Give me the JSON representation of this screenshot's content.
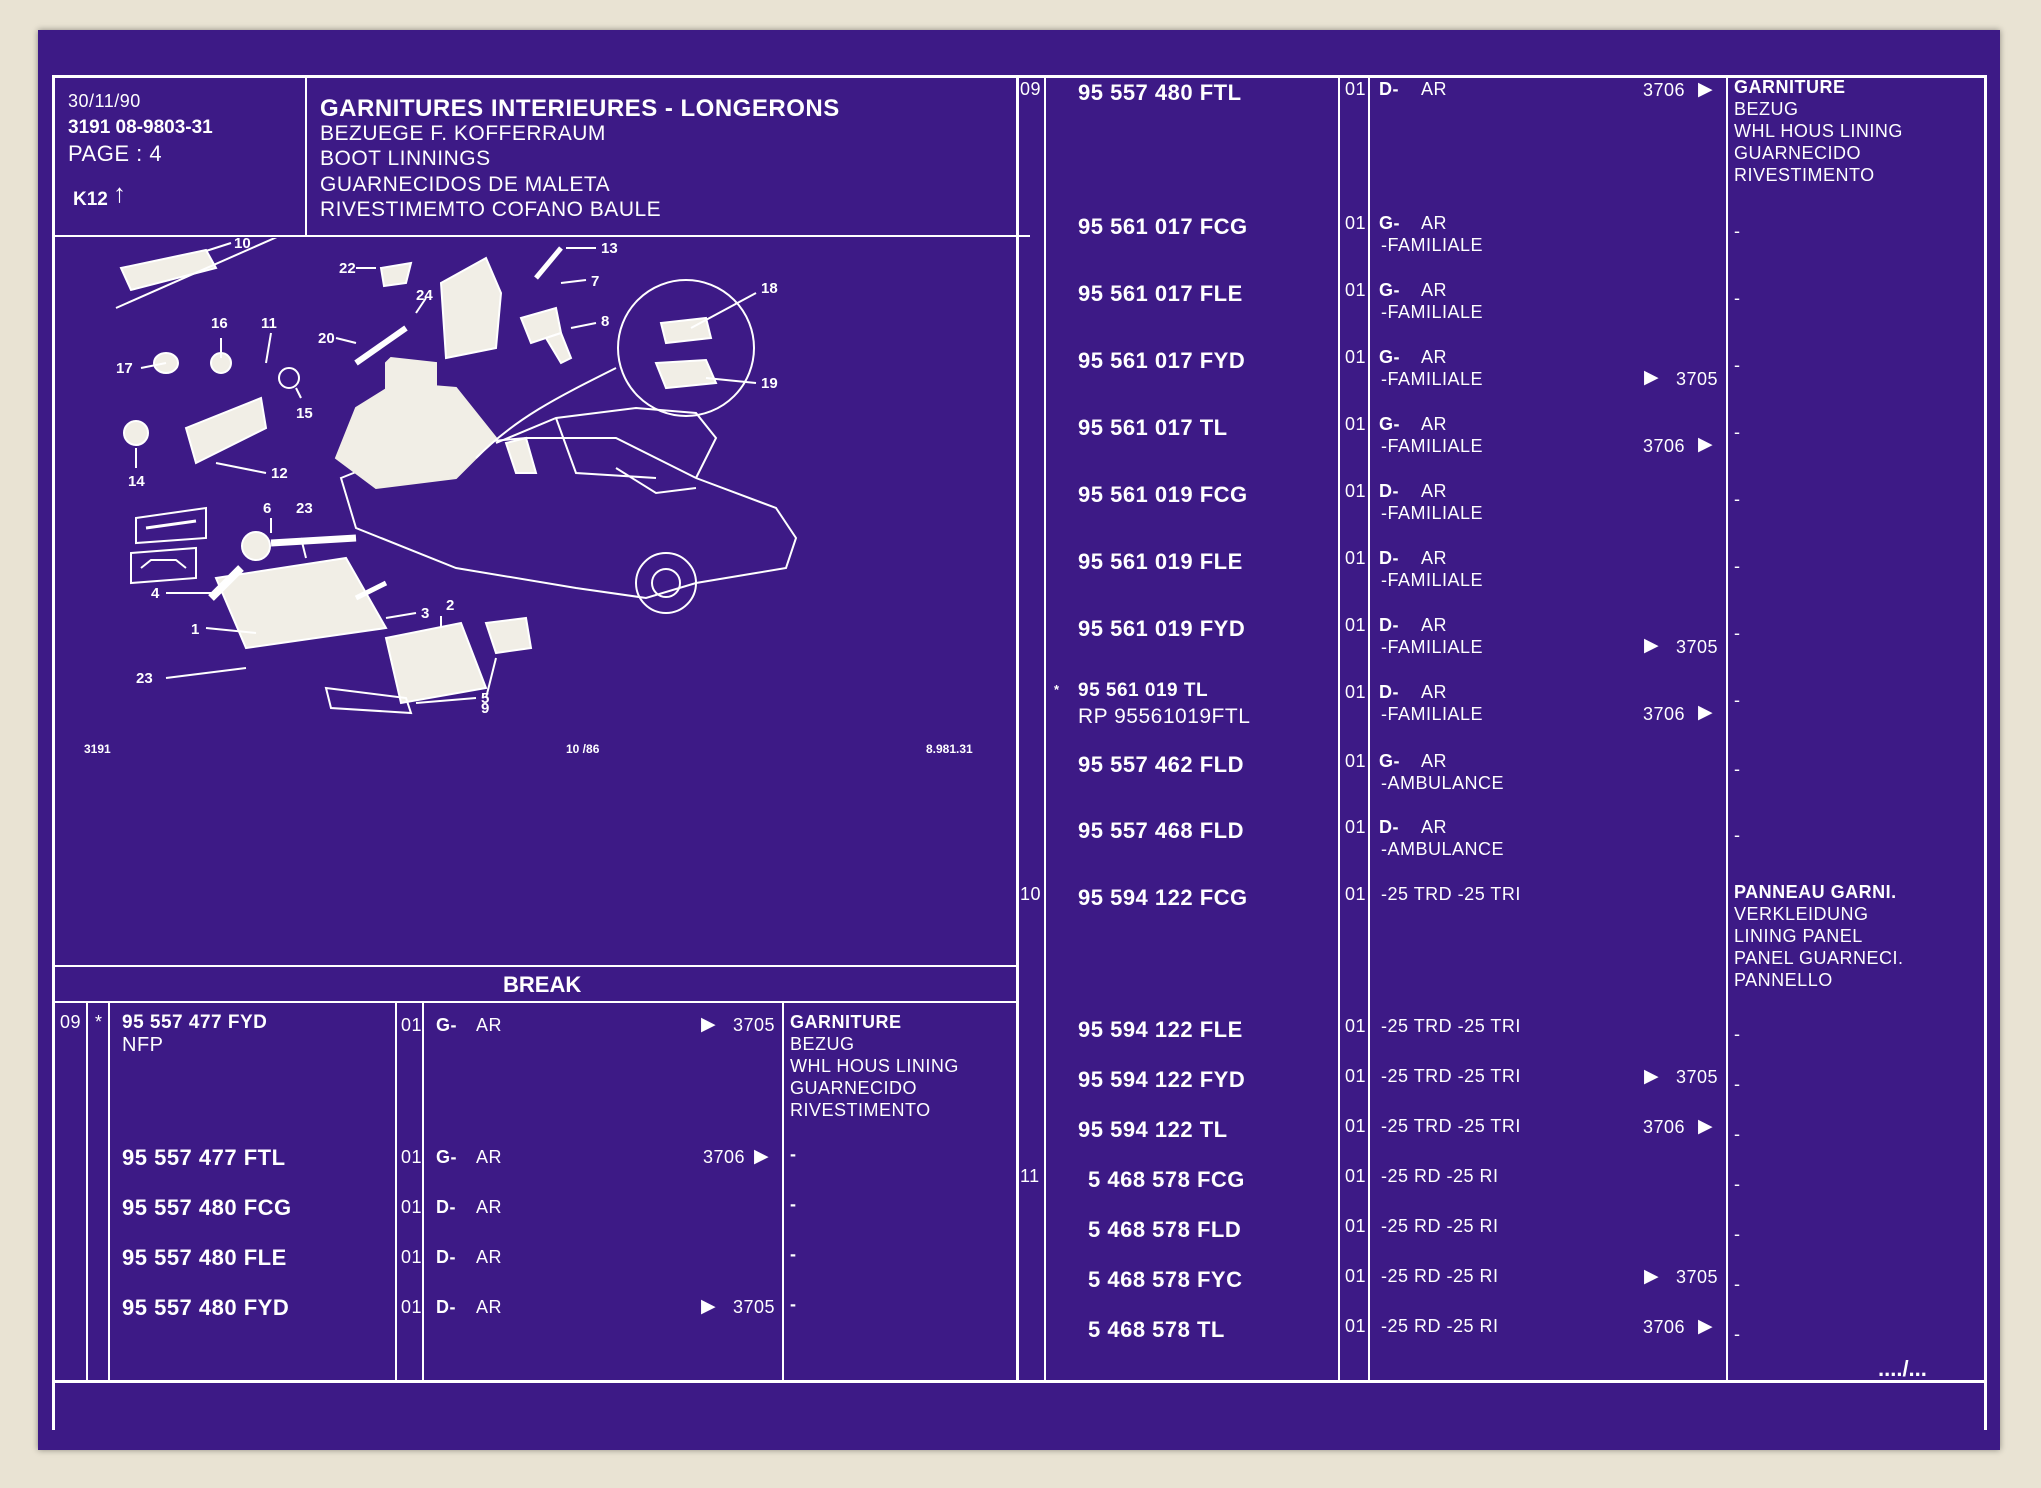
{
  "header": {
    "date": "30/11/90",
    "ref_code": "3191  08-9803-31",
    "page": "PAGE : 4",
    "k_code": "K12",
    "title": "GARNITURES INTERIEURES - LONGERONS",
    "title_de": "BEZUEGE F. KOFFERRAUM",
    "title_en": "BOOT LINNINGS",
    "title_es": "GUARNECIDOS DE MALETA",
    "title_it": "RIVESTIMEMTO COFANO BAULE"
  },
  "diagram": {
    "callouts": [
      "10",
      "13",
      "7",
      "22",
      "24",
      "8",
      "18",
      "16",
      "11",
      "20",
      "17",
      "15",
      "19",
      "12",
      "14",
      "6",
      "23",
      "4",
      "3",
      "2",
      "1",
      "9",
      "23",
      "5"
    ],
    "footer_left": "3191",
    "footer_mid": "10 /86",
    "footer_right": "8.981.31"
  },
  "break_section": {
    "title": "BREAK",
    "rows": [
      {
        "ref": "09",
        "mark": "*",
        "part": "95 557 477 FYD",
        "part2": "NFP",
        "qty": "01",
        "side": "G-",
        "pos": "AR",
        "code": "3705",
        "arrow": "left",
        "desc": [
          "GARNITURE",
          "BEZUG",
          "WHL HOUS LINING",
          "GUARNECIDO",
          "RIVESTIMENTO"
        ]
      },
      {
        "part": "95 557 477 FTL",
        "qty": "01",
        "side": "G-",
        "pos": "AR",
        "code": "3706",
        "arrow": "right",
        "desc": [
          "-"
        ]
      },
      {
        "part": "95 557 480 FCG",
        "qty": "01",
        "side": "D-",
        "pos": "AR",
        "desc": [
          "-"
        ]
      },
      {
        "part": "95 557 480 FLE",
        "qty": "01",
        "side": "D-",
        "pos": "AR",
        "desc": [
          "-"
        ]
      },
      {
        "part": "95 557 480 FYD",
        "qty": "01",
        "side": "D-",
        "pos": "AR",
        "code": "3705",
        "arrow": "left",
        "desc": [
          "-"
        ]
      }
    ]
  },
  "right_table": {
    "rows": [
      {
        "ref": "09",
        "part": "95 557 480 FTL",
        "qty": "01",
        "side": "D-",
        "pos": "AR",
        "code": "3706",
        "arrow": "right",
        "desc": [
          "GARNITURE",
          "BEZUG",
          "WHL HOUS LINING",
          "GUARNECIDO",
          "RIVESTIMENTO"
        ]
      },
      {
        "part": "95 561 017 FCG",
        "qty": "01",
        "side": "G-",
        "pos": "AR",
        "sub": "-FAMILIALE",
        "desc": [
          "-"
        ]
      },
      {
        "part": "95 561 017 FLE",
        "qty": "01",
        "side": "G-",
        "pos": "AR",
        "sub": "-FAMILIALE",
        "desc": [
          "-"
        ]
      },
      {
        "part": "95 561 017 FYD",
        "qty": "01",
        "side": "G-",
        "pos": "AR",
        "sub": "-FAMILIALE",
        "code": "3705",
        "arrow": "left",
        "desc": [
          "-"
        ]
      },
      {
        "part": "95 561 017 TL",
        "qty": "01",
        "side": "G-",
        "pos": "AR",
        "sub": "-FAMILIALE",
        "code": "3706",
        "arrow": "right",
        "desc": [
          "-"
        ]
      },
      {
        "part": "95 561 019 FCG",
        "qty": "01",
        "side": "D-",
        "pos": "AR",
        "sub": "-FAMILIALE",
        "desc": [
          "-"
        ]
      },
      {
        "part": "95 561 019 FLE",
        "qty": "01",
        "side": "D-",
        "pos": "AR",
        "sub": "-FAMILIALE",
        "desc": [
          "-"
        ]
      },
      {
        "part": "95 561 019 FYD",
        "qty": "01",
        "side": "D-",
        "pos": "AR",
        "sub": "-FAMILIALE",
        "code": "3705",
        "arrow": "left",
        "desc": [
          "-"
        ]
      },
      {
        "mark": "*",
        "part": "95 561 019 TL",
        "part2": "RP  95561019FTL",
        "qty": "01",
        "side": "D-",
        "pos": "AR",
        "sub": "-FAMILIALE",
        "code": "3706",
        "arrow": "right",
        "desc": [
          "-"
        ]
      },
      {
        "part": "95 557 462 FLD",
        "qty": "01",
        "side": "G-",
        "pos": "AR",
        "sub": "-AMBULANCE",
        "desc": [
          "-"
        ]
      },
      {
        "part": "95 557 468 FLD",
        "qty": "01",
        "side": "D-",
        "pos": "AR",
        "sub": "-AMBULANCE",
        "desc": [
          "-"
        ]
      },
      {
        "ref": "10",
        "part": "95 594 122 FCG",
        "qty": "01",
        "spec": "-25 TRD -25 TRI",
        "desc": [
          "PANNEAU GARNI.",
          "VERKLEIDUNG",
          "LINING PANEL",
          "PANEL GUARNECI.",
          "PANNELLO"
        ]
      },
      {
        "part": "95 594 122 FLE",
        "qty": "01",
        "spec": "-25 TRD -25 TRI",
        "desc": [
          "-"
        ]
      },
      {
        "part": "95 594 122 FYD",
        "qty": "01",
        "spec": "-25 TRD -25 TRI",
        "code": "3705",
        "arrow": "left",
        "desc": [
          "-"
        ]
      },
      {
        "part": "95 594 122 TL",
        "qty": "01",
        "spec": "-25 TRD -25 TRI",
        "code": "3706",
        "arrow": "right",
        "desc": [
          "-"
        ]
      },
      {
        "ref": "11",
        "part": "5 468 578 FCG",
        "qty": "01",
        "spec": "-25 RD -25 RI",
        "desc": [
          "-"
        ]
      },
      {
        "part": "5 468 578 FLD",
        "qty": "01",
        "spec": "-25 RD -25 RI",
        "desc": [
          "-"
        ]
      },
      {
        "part": "5 468 578 FYC",
        "qty": "01",
        "spec": "-25 RD -25 RI",
        "code": "3705",
        "arrow": "left",
        "desc": [
          "-"
        ]
      },
      {
        "part": "5 468 578 TL",
        "qty": "01",
        "spec": "-25 RD -25 RI",
        "code": "3706",
        "arrow": "right",
        "desc": [
          "-"
        ]
      }
    ],
    "continuation": "..../..."
  },
  "colors": {
    "sheet": "#3d1a86",
    "ink": "#ffffff",
    "background": "#e9e3d3"
  }
}
